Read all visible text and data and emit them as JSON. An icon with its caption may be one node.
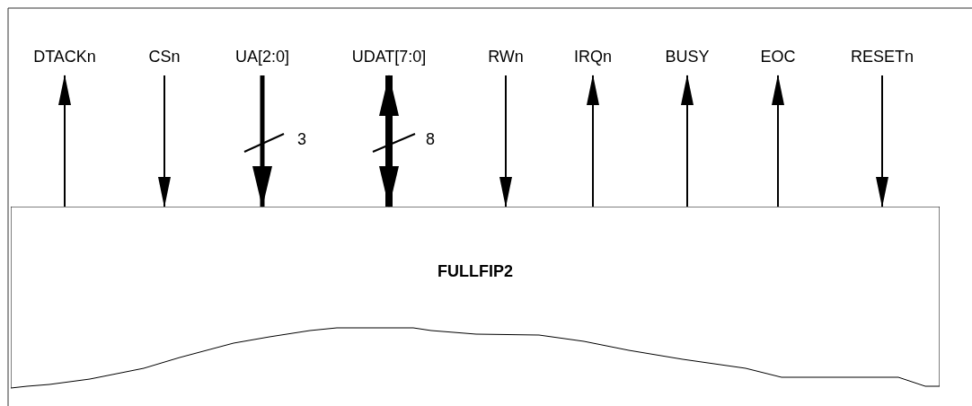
{
  "diagram": {
    "nodes": [
      {
        "text": [
          "DTACKn"
        ]
      },
      {
        "text": [
          "CSn"
        ]
      },
      {
        "text": [
          "UA[2:0]"
        ]
      },
      {
        "text": [
          "UDAT[7:0]"
        ]
      },
      {
        "text": [
          "RWn"
        ]
      },
      {
        "text": [
          "IRQn"
        ]
      },
      {
        "text": [
          "BUSY"
        ]
      },
      {
        "text": [
          "EOC"
        ]
      },
      {
        "text": [
          "RESETn"
        ]
      },
      {
        "text": [
          "FULLFIP2"
        ]
      }
    ],
    "edges": [
      {
        "from": 9,
        "to": 0,
        "arrow": "to"
      },
      {
        "from": 1,
        "to": 9,
        "arrow": "to"
      },
      {
        "from": 2,
        "to": 9,
        "arrow": "to",
        "style": "thick"
      },
      {
        "from": 3,
        "to": 9,
        "arrow": "both",
        "style": "thick"
      },
      {
        "from": 4,
        "to": 9,
        "arrow": "to"
      },
      {
        "from": 9,
        "to": 5,
        "arrow": "to"
      },
      {
        "from": 9,
        "to": 6,
        "arrow": "to"
      },
      {
        "from": 9,
        "to": 7,
        "arrow": "to"
      },
      {
        "from": 8,
        "to": 9,
        "arrow": "to"
      }
    ],
    "labels": [
      "3",
      "8"
    ]
  }
}
